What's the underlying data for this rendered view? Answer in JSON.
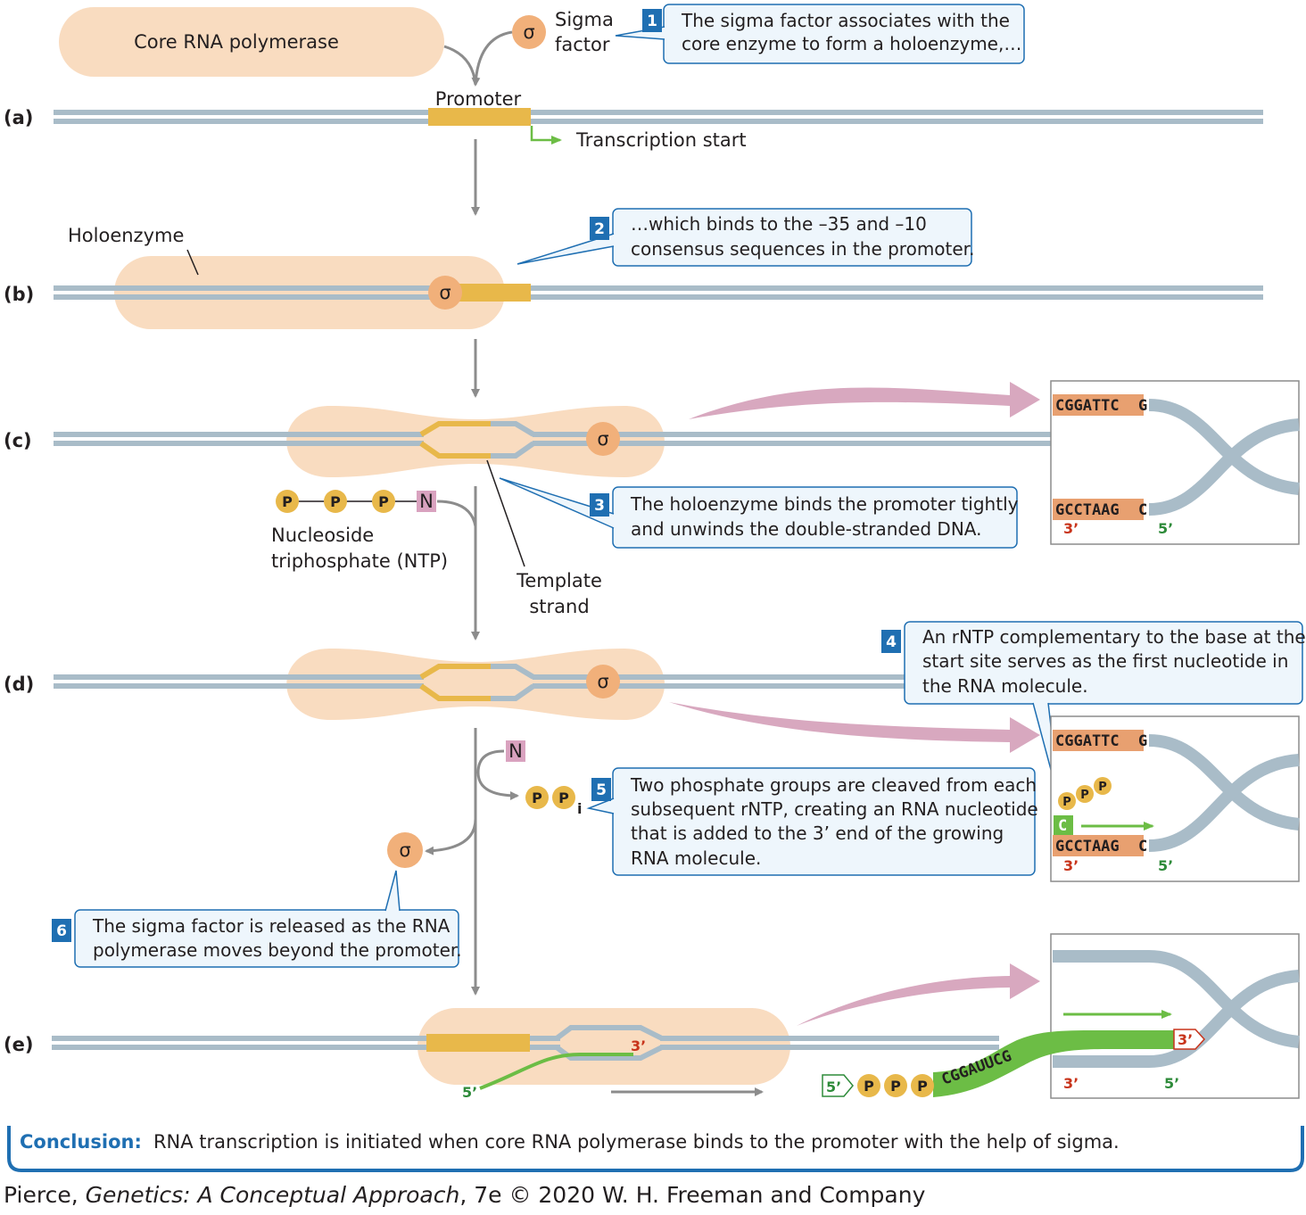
{
  "colors": {
    "dna": "#a9bcc8",
    "promoter": "#e8b84a",
    "enzyme": "#f9dcc0",
    "sigma": "#f1b07a",
    "rna": "#6cbd45",
    "callout_border": "#1f6fb2",
    "callout_fill": "#eef6fc",
    "arrow_pink": "#d8a8bf",
    "nt_box": "#e8a070",
    "n_box": "#d9a2bf",
    "phosphate": "#e8b84a",
    "red_end": "#c8341b",
    "green_end": "#2e8b3a"
  },
  "panels": {
    "a": "(a)",
    "b": "(b)",
    "c": "(c)",
    "d": "(d)",
    "e": "(e)"
  },
  "labels": {
    "core_rna_polymerase": "Core RNA polymerase",
    "sigma_factor_line1": "Sigma",
    "sigma_factor_line2": "factor",
    "sigma_symbol": "σ",
    "promoter": "Promoter",
    "transcription_start": "Transcription start",
    "holoenzyme": "Holoenzyme",
    "ntp_line1": "Nucleoside",
    "ntp_line2": "triphosphate (NTP)",
    "template_line1": "Template",
    "template_line2": "strand",
    "phosphate": "P",
    "nucleotide": "N",
    "pi_subscript": "i"
  },
  "callouts": [
    {
      "num": "1",
      "line1": "The sigma factor associates with the",
      "line2": "core enzyme to form a holoenzyme,…"
    },
    {
      "num": "2",
      "line1": "…which binds to the –35 and –10",
      "line2": "consensus sequences in the promoter."
    },
    {
      "num": "3",
      "line1": "The holoenzyme binds the promoter tightly",
      "line2": "and unwinds the double-stranded DNA."
    },
    {
      "num": "4",
      "line1": "An rNTP complementary to the base at the",
      "line2": "start site serves as the first nucleotide in",
      "line3": "the RNA molecule."
    },
    {
      "num": "5",
      "line1": "Two phosphate groups are cleaved from each",
      "line2": "subsequent rNTP, creating an RNA nucleotide",
      "line3": "that is added to the 3’ end of the growing",
      "line4": "RNA molecule."
    },
    {
      "num": "6",
      "line1": "The sigma factor is released as the RNA",
      "line2": "polymerase moves beyond the promoter."
    }
  ],
  "sequences": {
    "top_highlight": "CGGATTC",
    "top_last": "G",
    "bottom_highlight": "GCCTAAG",
    "bottom_last": "C",
    "first_nt": "C",
    "rna": "CGGAUUCG",
    "end3": "3’",
    "end5": "5’"
  },
  "conclusion": {
    "key": "Conclusion:",
    "text": "RNA transcription is initiated when core RNA polymerase binds to the promoter with the help of sigma."
  },
  "credit": {
    "author": "Pierce, ",
    "title": "Genetics: A Conceptual Approach",
    "rest": ", 7e © 2020 W. H. Freeman and Company"
  }
}
